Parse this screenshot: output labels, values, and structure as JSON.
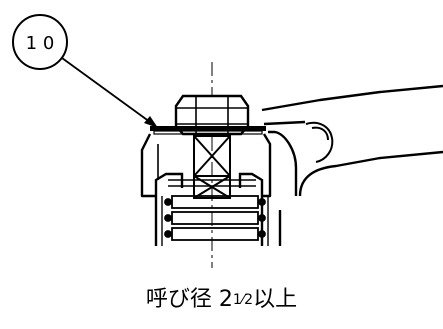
{
  "callout": {
    "number": "1 0"
  },
  "caption": {
    "prefix": "呼び径 2",
    "fraction": "1⁄2",
    "suffix": "以上"
  }
}
